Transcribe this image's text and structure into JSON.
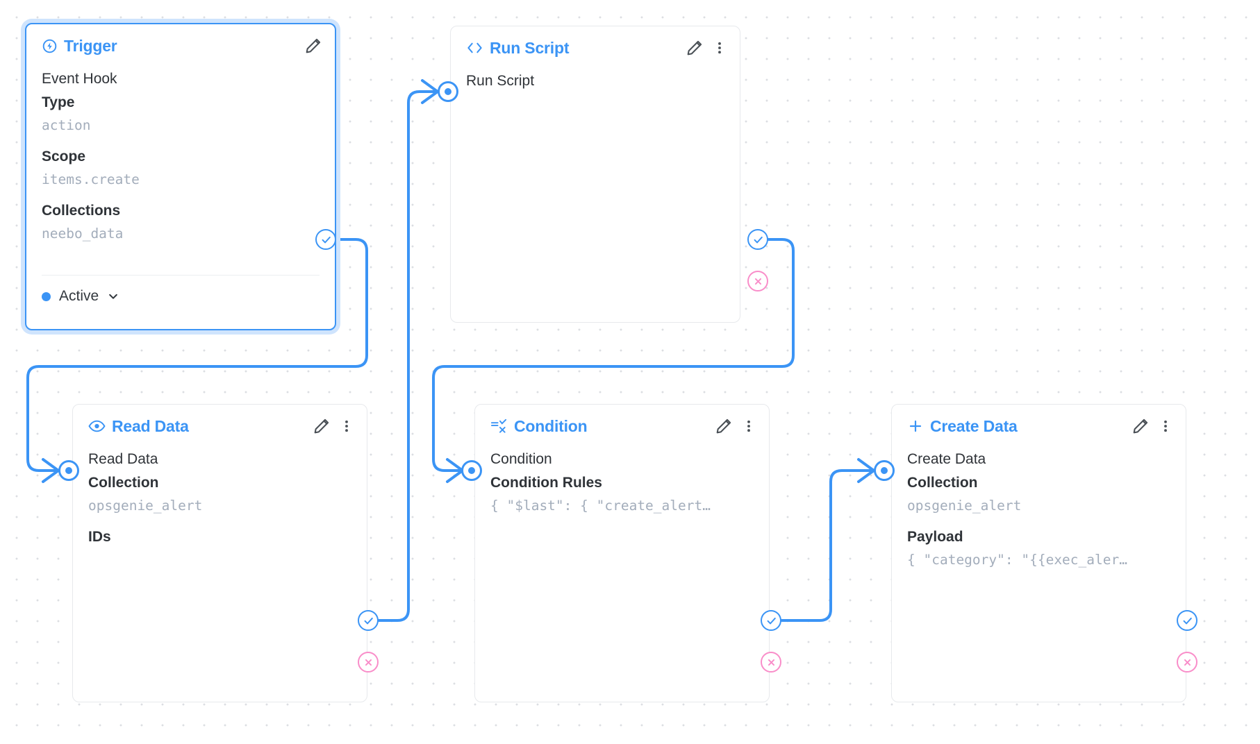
{
  "canvas": {
    "background": "#ffffff",
    "dot_color": "#dcdee2",
    "accent_color": "#3b94f5",
    "error_color": "#f98dc9",
    "value_color": "#a3adbb"
  },
  "nodes": [
    {
      "id": "trigger",
      "key": "trigger",
      "title": "Trigger",
      "icon": "bolt-circle-icon",
      "selected": true,
      "fields": [
        {
          "kind": "title",
          "text": "Event Hook"
        },
        {
          "kind": "label",
          "text": "Type"
        },
        {
          "kind": "value",
          "text": "action"
        },
        {
          "kind": "label",
          "text": "Scope"
        },
        {
          "kind": "value",
          "text": "items.create"
        },
        {
          "kind": "label",
          "text": "Collections"
        },
        {
          "kind": "value",
          "text": "neebo_data"
        }
      ],
      "status": {
        "label": "Active",
        "dot_color": "#3b94f5"
      },
      "has_edit": true,
      "has_menu": false
    },
    {
      "id": "run-script",
      "key": "run_script",
      "title": "Run Script",
      "icon": "code-brackets-icon",
      "selected": false,
      "fields": [
        {
          "kind": "title",
          "text": "Run Script"
        }
      ],
      "has_edit": true,
      "has_menu": true
    },
    {
      "id": "read-data",
      "key": "read_data",
      "title": "Read Data",
      "icon": "eye-icon",
      "selected": false,
      "fields": [
        {
          "kind": "title",
          "text": "Read Data"
        },
        {
          "kind": "label",
          "text": "Collection"
        },
        {
          "kind": "value",
          "text": "opsgenie_alert"
        },
        {
          "kind": "label",
          "text": "IDs"
        }
      ],
      "has_edit": true,
      "has_menu": true
    },
    {
      "id": "condition",
      "key": "condition",
      "title": "Condition",
      "icon": "condition-filter-icon",
      "selected": false,
      "fields": [
        {
          "kind": "title",
          "text": "Condition"
        },
        {
          "kind": "label",
          "text": "Condition Rules"
        },
        {
          "kind": "value",
          "text": "{ \"$last\": { \"create_alert…"
        }
      ],
      "has_edit": true,
      "has_menu": true
    },
    {
      "id": "create-data",
      "key": "create_data",
      "title": "Create Data",
      "icon": "plus-icon",
      "selected": false,
      "fields": [
        {
          "kind": "title",
          "text": "Create Data"
        },
        {
          "kind": "label",
          "text": "Collection"
        },
        {
          "kind": "value",
          "text": "opsgenie_alert"
        },
        {
          "kind": "label",
          "text": "Payload"
        },
        {
          "kind": "value",
          "text": "{ \"category\": \"{{exec_aler…"
        }
      ],
      "has_edit": true,
      "has_menu": true
    }
  ],
  "handles": {
    "input_name": "input-handle",
    "resolve_name": "resolve-handle",
    "reject_name": "reject-handle"
  }
}
